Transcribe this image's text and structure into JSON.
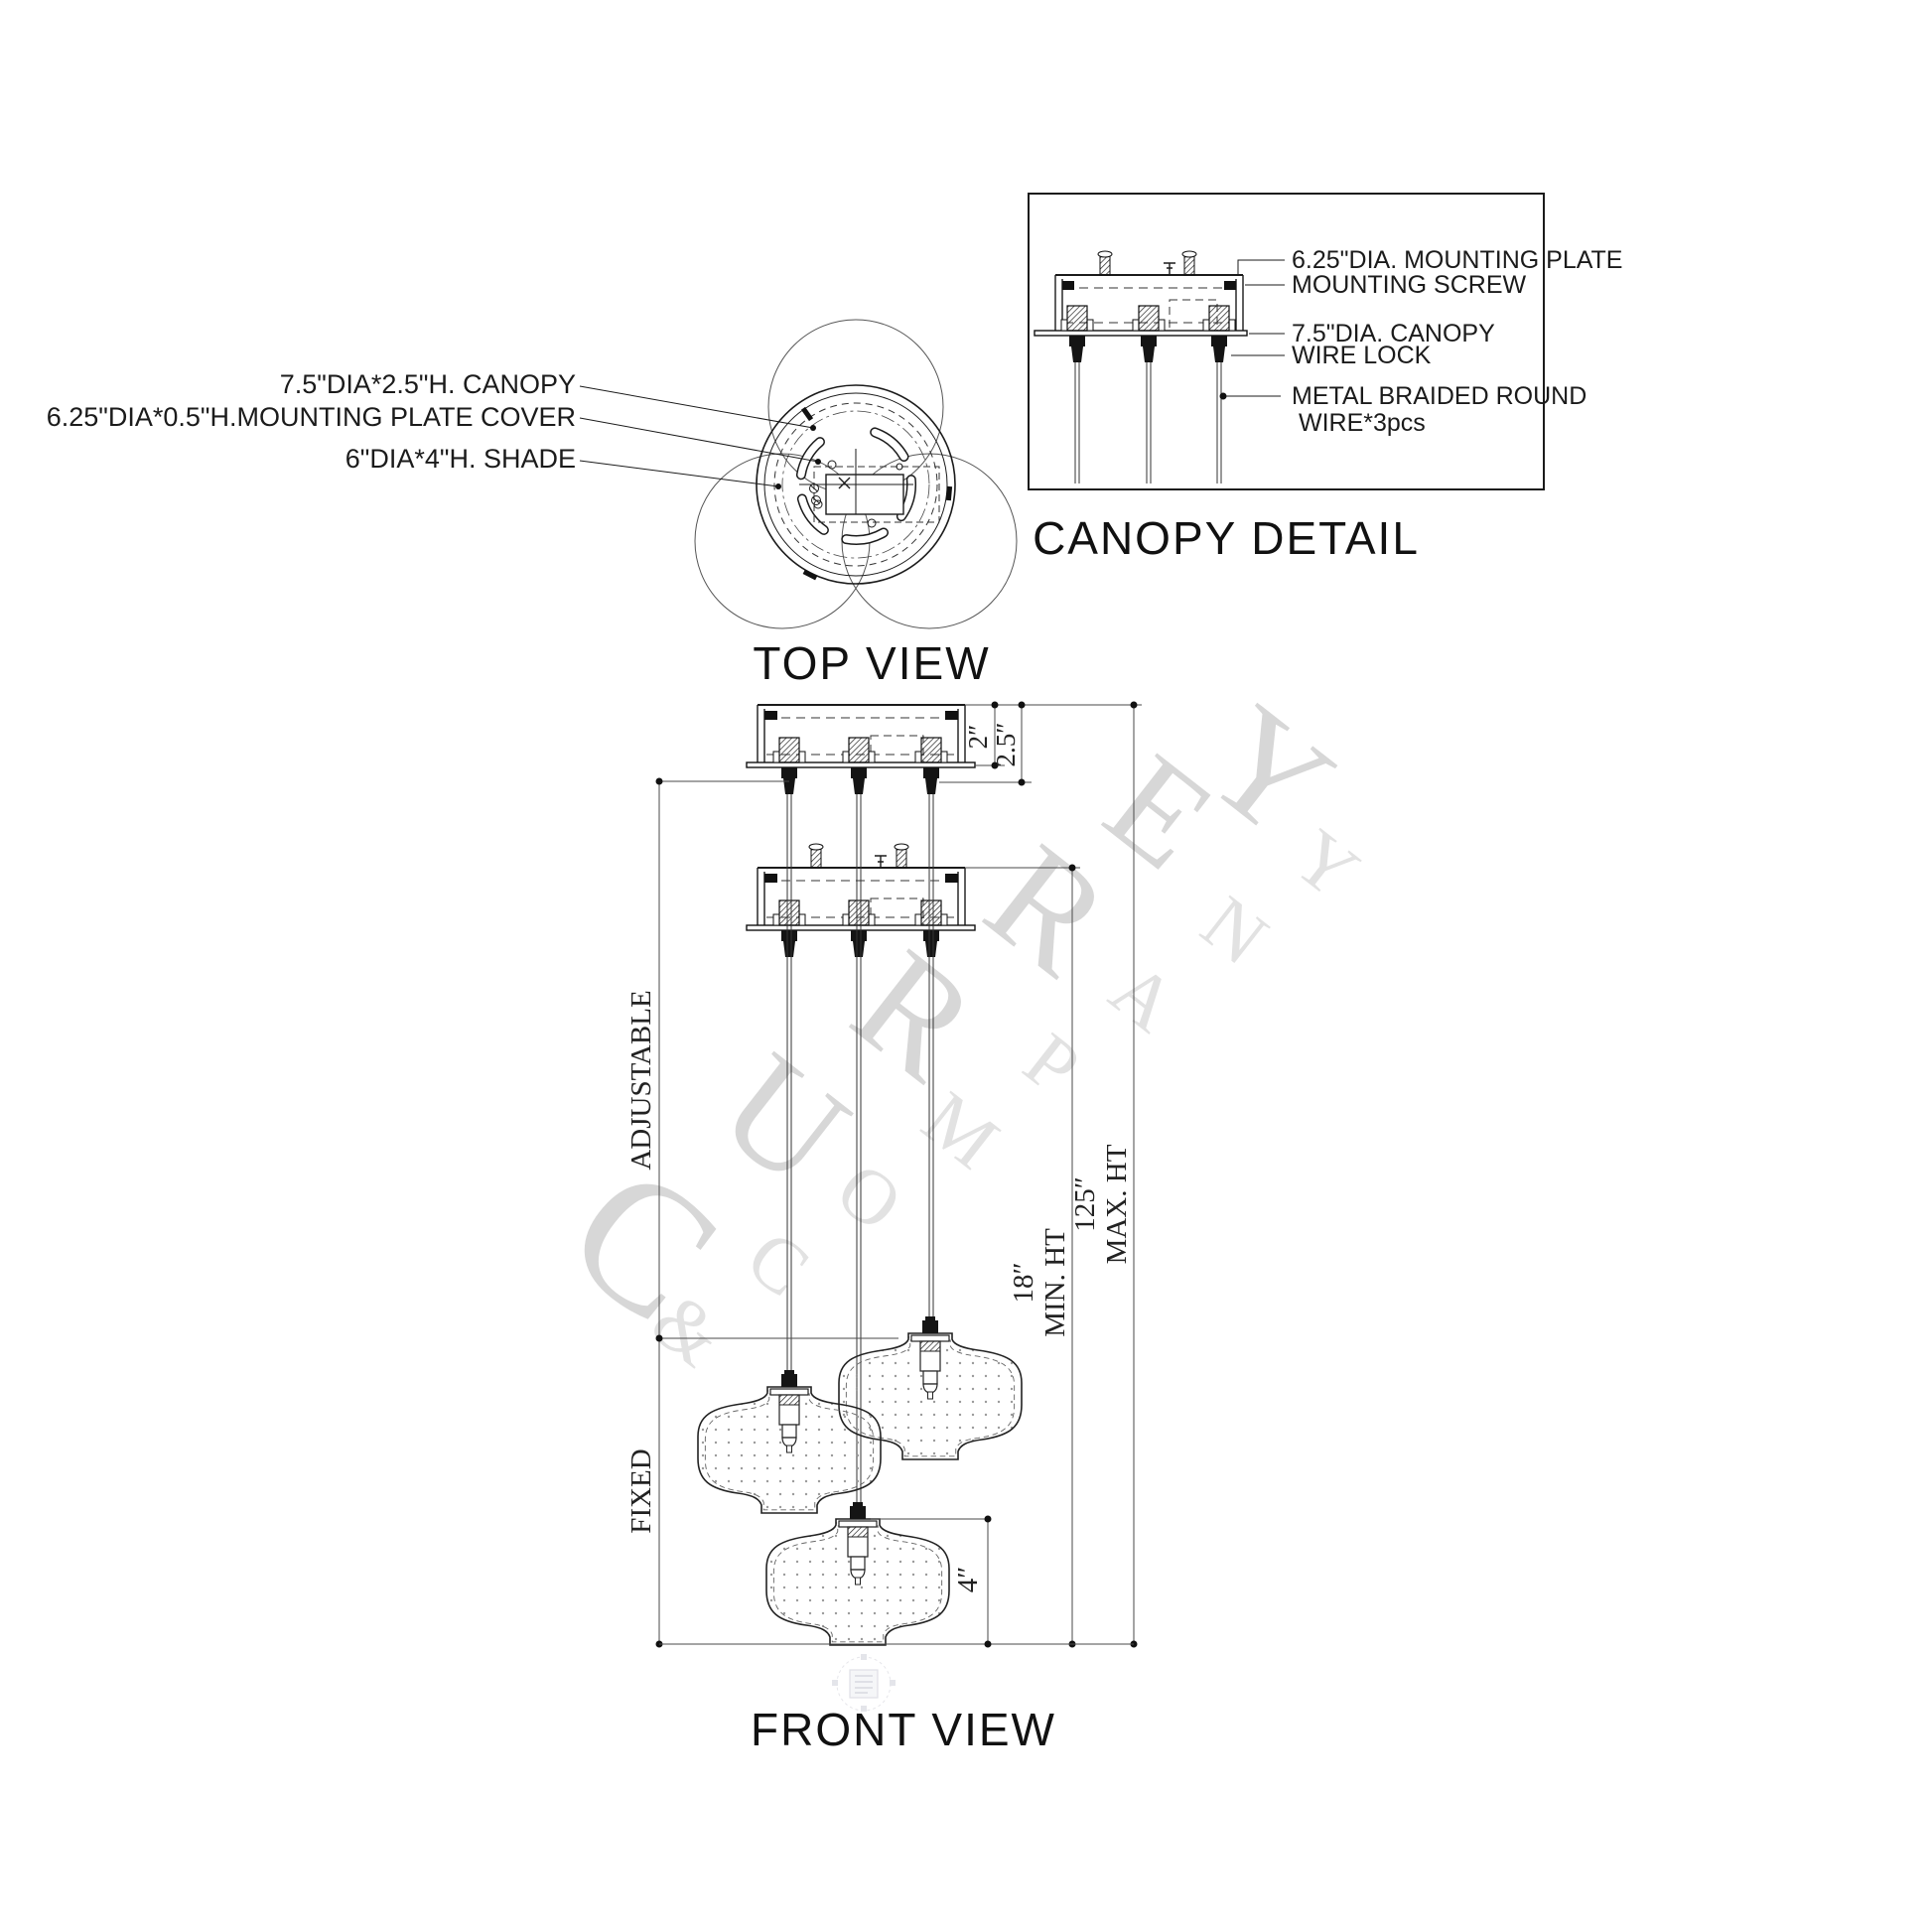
{
  "top_view": {
    "title": "TOP VIEW",
    "label_canopy": "7.5\"DIA*2.5\"H. CANOPY",
    "label_mounting_plate_cover": "6.25\"DIA*0.5\"H.MOUNTING PLATE COVER",
    "label_shade": "6\"DIA*4\"H. SHADE"
  },
  "canopy_detail": {
    "title": "CANOPY DETAIL",
    "label_mounting_plate": "6.25\"DIA. MOUNTING PLATE",
    "label_mounting_screw": "MOUNTING SCREW",
    "label_canopy": "7.5\"DIA. CANOPY",
    "label_wire_lock": "WIRE LOCK",
    "label_wire_line1": "METAL BRAIDED ROUND",
    "label_wire_line2": "WIRE*3pcs"
  },
  "front_view": {
    "title": "FRONT VIEW",
    "dim_canopy_inner": "2″",
    "dim_canopy_overall": "2.5″",
    "dim_adjustable": "ADJUSTABLE",
    "dim_fixed": "FIXED",
    "dim_min_value": "18″",
    "dim_min_label": "MIN. HT",
    "dim_max_value": "125″",
    "dim_max_label": "MAX. HT",
    "dim_shade_height": "4″"
  },
  "watermark": {
    "word1": [
      "C",
      "U",
      "R",
      "R",
      "E",
      "Y"
    ],
    "word2": [
      "&",
      "C",
      "O",
      "M",
      "P",
      "A",
      "N",
      "Y"
    ]
  },
  "colors": {
    "line": "#1b1b1b",
    "dim_line": "#4a4a4a",
    "watermark_primary": "#d7d7d7",
    "watermark_secondary": "#e2e2e2",
    "background": "#ffffff"
  }
}
